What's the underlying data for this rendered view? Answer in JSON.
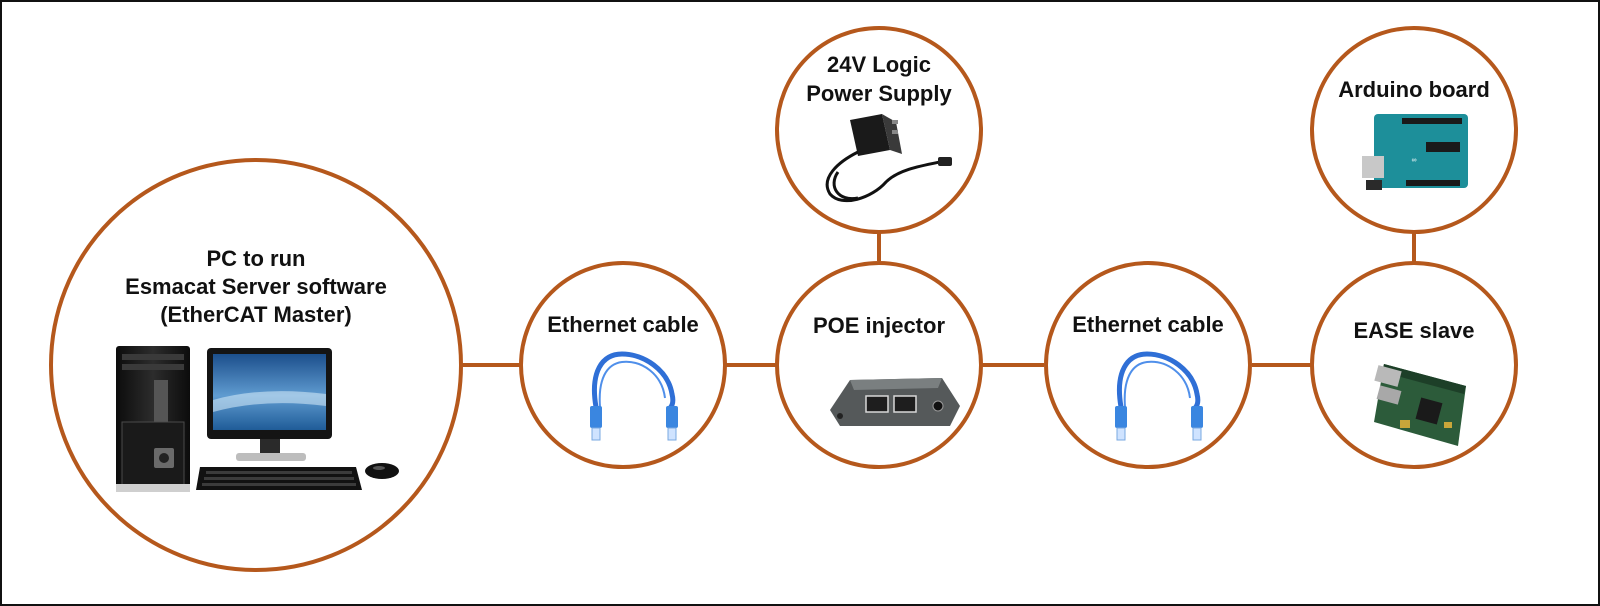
{
  "diagram": {
    "accent_color": "#b5581c",
    "nodes": {
      "pc": {
        "lines": [
          "PC to run",
          "Esmacat Server software",
          "(EtherCAT Master)"
        ],
        "icon": "desktop-pc-icon"
      },
      "cable1": {
        "lines": [
          "Ethernet cable"
        ],
        "icon": "ethernet-cable-icon"
      },
      "poe": {
        "lines": [
          "POE injector"
        ],
        "icon": "poe-injector-icon"
      },
      "power": {
        "lines": [
          "24V Logic",
          "Power Supply"
        ],
        "icon": "power-adapter-icon"
      },
      "cable2": {
        "lines": [
          "Ethernet cable"
        ],
        "icon": "ethernet-cable-icon"
      },
      "ease": {
        "lines": [
          "EASE slave"
        ],
        "icon": "ease-board-icon"
      },
      "arduino": {
        "lines": [
          "Arduino board"
        ],
        "icon": "arduino-board-icon"
      }
    }
  }
}
